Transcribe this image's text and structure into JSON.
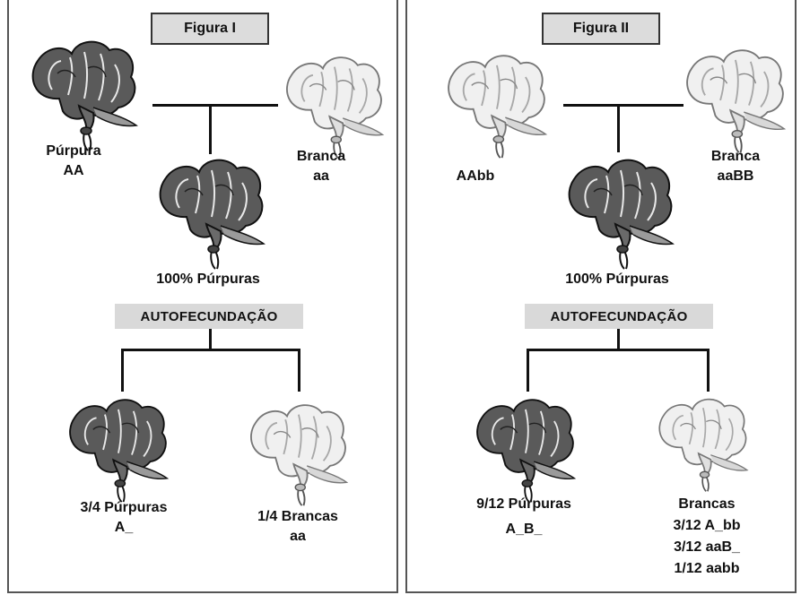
{
  "figure1": {
    "title": "Figura I",
    "parent_left": {
      "line1": "Púrpura",
      "line2": "AA",
      "color": "purple"
    },
    "parent_right": {
      "line1": "Branca",
      "line2": "aa",
      "color": "white"
    },
    "f1": "100% Púrpuras",
    "process": "AUTOFECUNDAÇÃO",
    "offspring_left": {
      "line1": "3/4 Púrpuras",
      "line2": "A_"
    },
    "offspring_right": {
      "line1": "1/4 Brancas",
      "line2": "aa"
    }
  },
  "figure2": {
    "title": "Figura II",
    "parent_left": {
      "line1": "AAbb",
      "color": "white"
    },
    "parent_right": {
      "line1": "Branca",
      "line2": "aaBB",
      "color": "white"
    },
    "f1": "100% Púrpuras",
    "process": "AUTOFECUNDAÇÃO",
    "offspring_left": {
      "line1": "9/12 Púrpuras",
      "line2": "A_B_"
    },
    "offspring_right": {
      "line1": "Brancas",
      "line2": "3/12 A_bb",
      "line3": "3/12 aaB_",
      "line4": "1/12 aabb"
    }
  }
}
